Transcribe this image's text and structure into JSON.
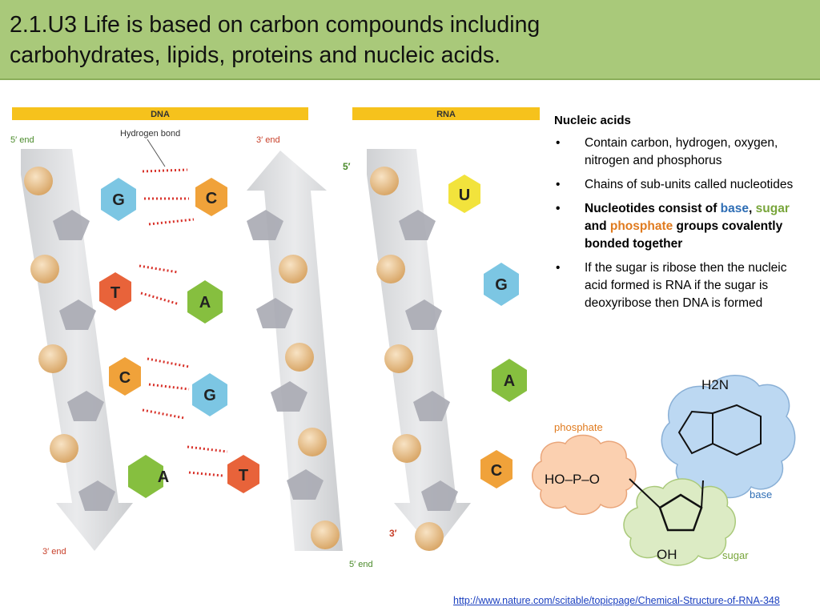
{
  "slide": {
    "title_line1": "2.1.U3 Life is based on carbon compounds including",
    "title_line2": "carbohydrates, lipids, proteins and nucleic acids."
  },
  "dna_panel": {
    "header": "DNA",
    "five_prime_end": "5′ end",
    "three_prime_end_top": "3′ end",
    "three_prime_end_bottom": "3′ end",
    "five_prime_end_bottom": "5′ end",
    "hydrogen_bond": "Hydrogen bond",
    "pairs": [
      {
        "left": "G",
        "right": "C"
      },
      {
        "left": "T",
        "right": "A"
      },
      {
        "left": "C",
        "right": "G"
      },
      {
        "left": "A",
        "right": "T"
      }
    ]
  },
  "rna_panel": {
    "header": "RNA",
    "five_prime": "5′",
    "three_prime": "3′",
    "bases": [
      "U",
      "G",
      "A",
      "C"
    ]
  },
  "notes": {
    "heading": "Nucleic acids",
    "bullet1": "Contain carbon, hydrogen, oxygen, nitrogen  and phosphorus",
    "bullet2": "Chains of sub-units called nucleotides",
    "bullet3_a": "Nucleotides consist of ",
    "bullet3_base": "base",
    "bullet3_b": ", ",
    "bullet3_sugar": "sugar",
    "bullet3_c": " and ",
    "bullet3_phosphate": "phosphate",
    "bullet3_d": " groups covalently bonded together",
    "bullet4": "If the sugar is ribose then the nucleic acid formed is RNA if the sugar is deoxyribose then DNA is formed"
  },
  "nucleotide": {
    "phosphate_label": "phosphate",
    "base_label": "base",
    "sugar_label": "sugar",
    "phosphate_formula": "HO–P–O",
    "oh_label": "OH",
    "nh2_label": "H2N"
  },
  "source": {
    "url": "http://www.nature.com/scitable/topicpage/Chemical-Structure-of-RNA-348"
  },
  "colors": {
    "title_bg": "#a9c97a",
    "header_yellow": "#f6c21c",
    "G": "#7cc6e3",
    "C": "#f0a23a",
    "T": "#e8633a",
    "A": "#86bf3f",
    "U": "#f2e33c",
    "phosphate_ball": "#e2b57b",
    "sugar_pentagon": "#a9aab2",
    "bond_red": "#d8322a"
  }
}
